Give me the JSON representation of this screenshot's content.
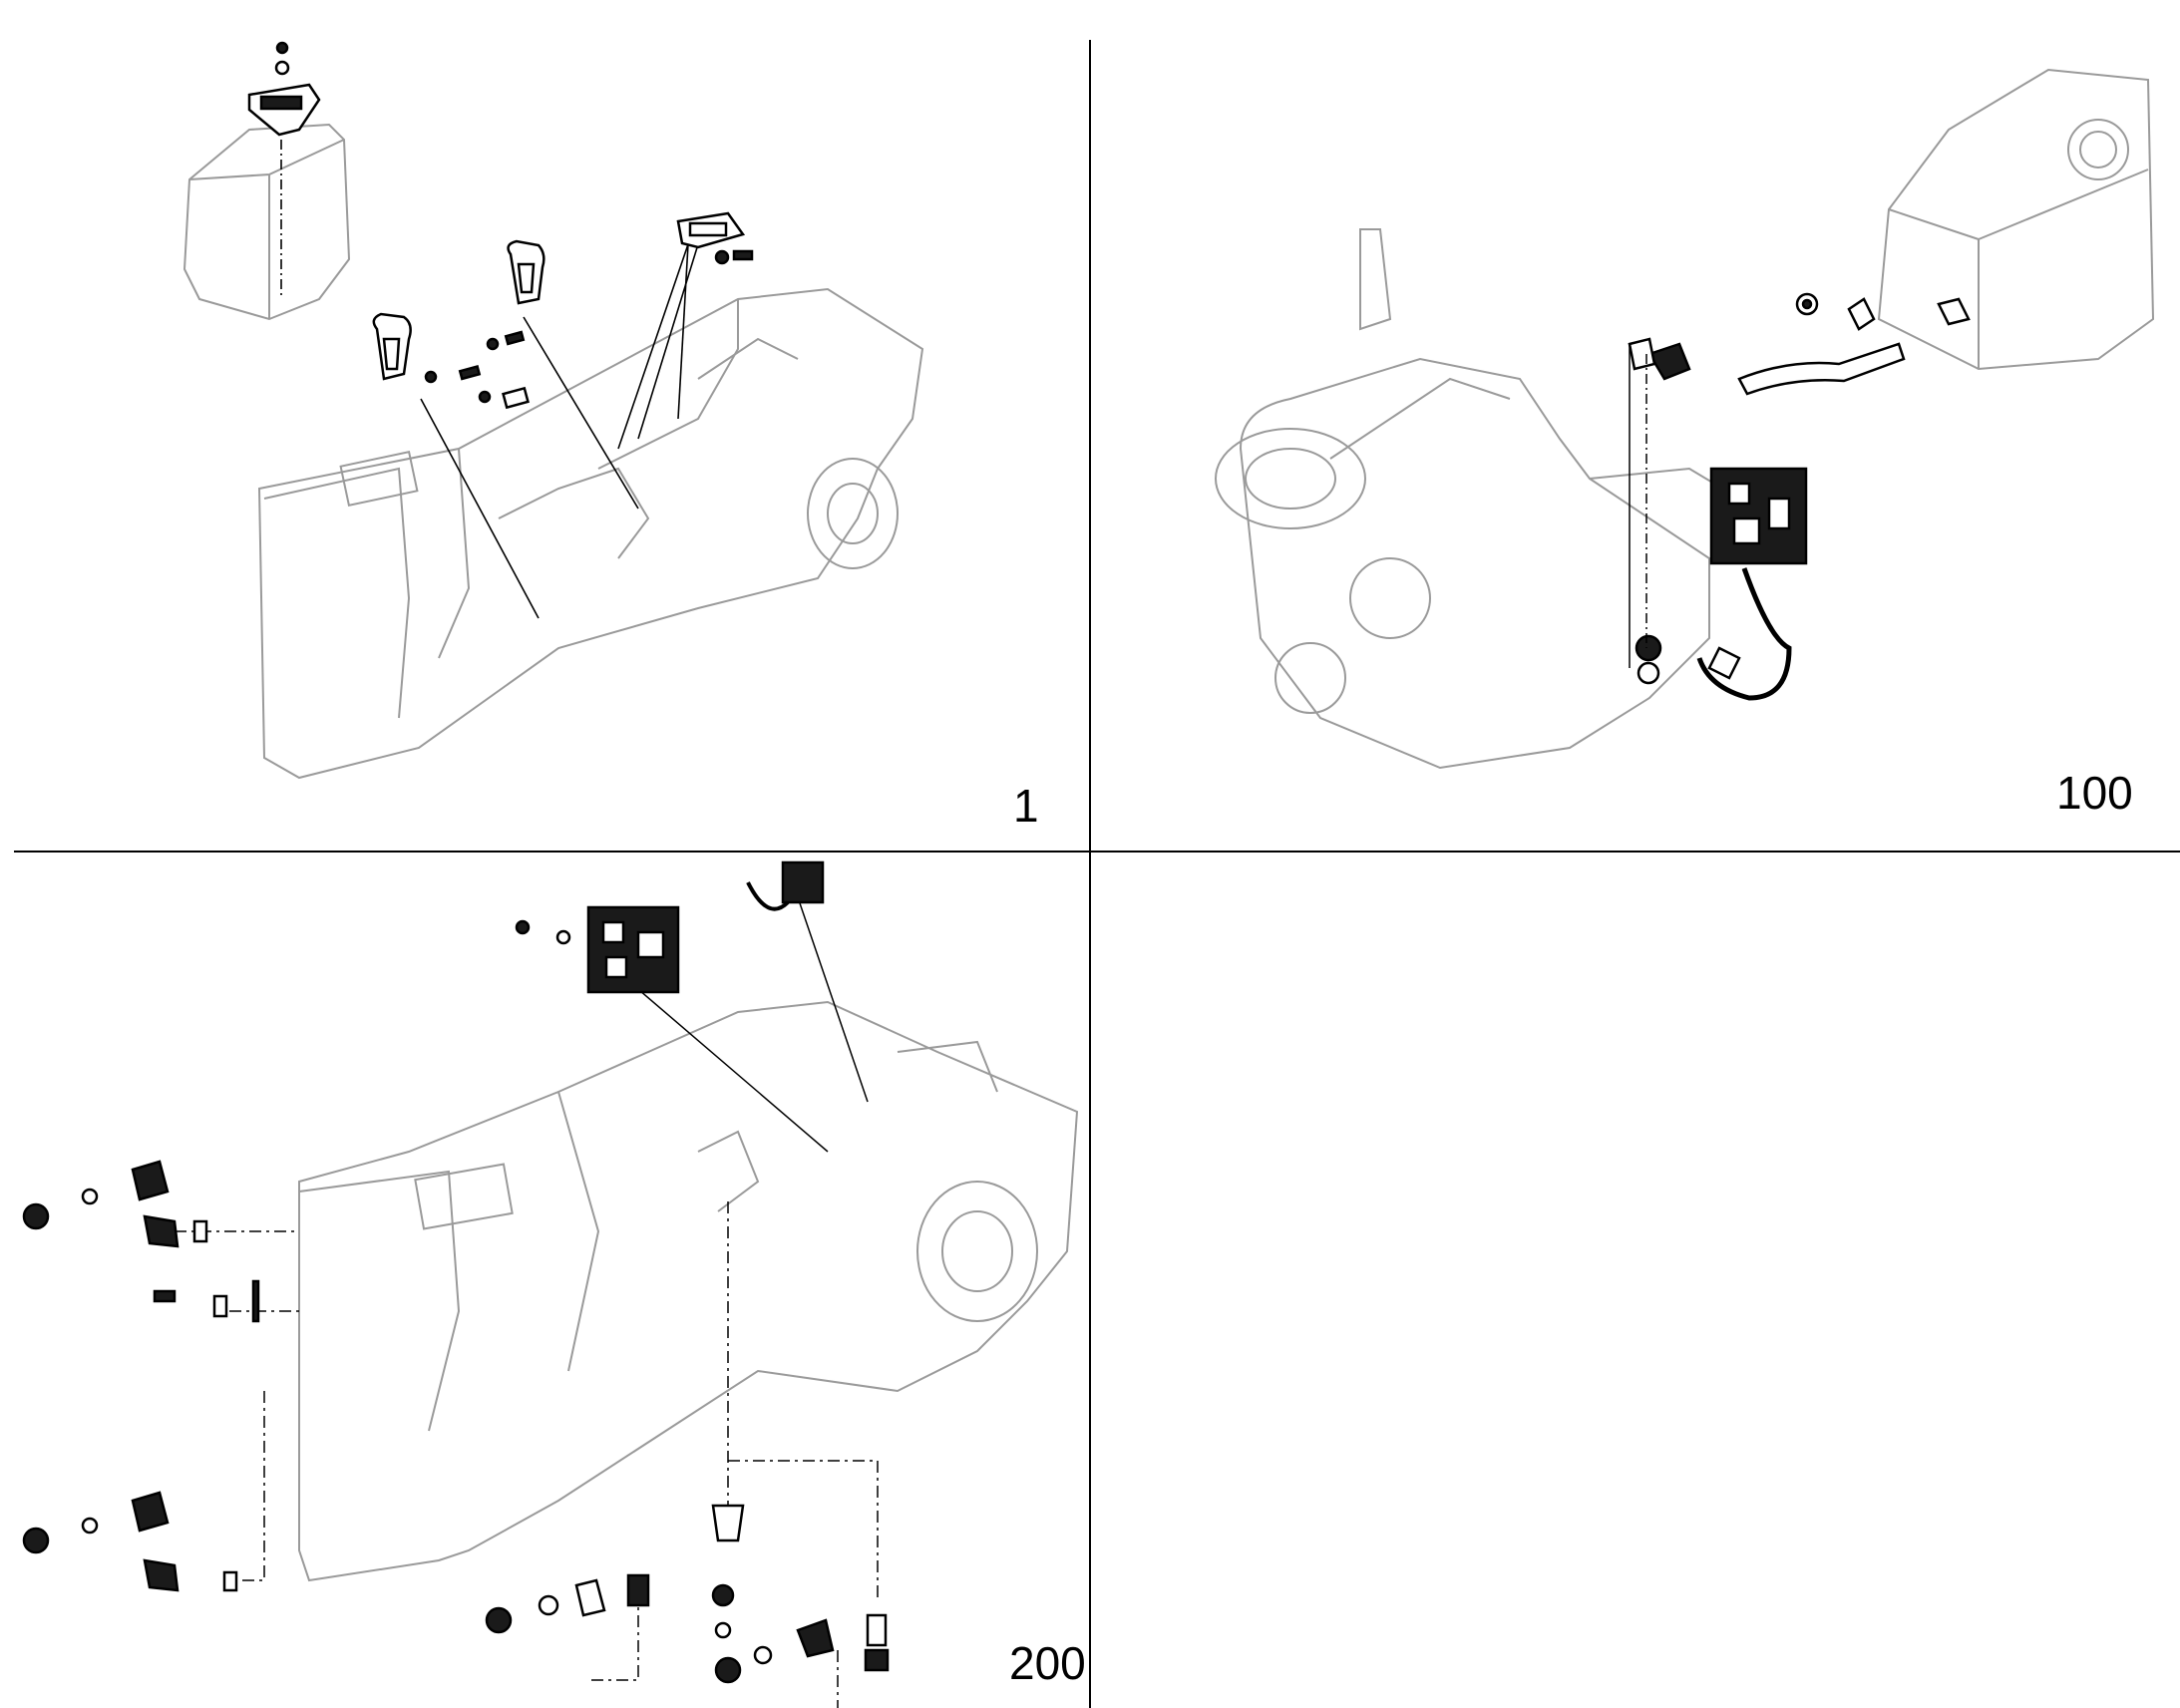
{
  "panels": [
    {
      "id": "p1",
      "number": "1",
      "subject": "frame-with-lifting-eyes"
    },
    {
      "id": "p100",
      "number": "100",
      "subject": "engine-hose-valve"
    },
    {
      "id": "p200",
      "number": "200",
      "subject": "frame-with-valve-fittings"
    },
    {
      "id": "empty",
      "number": "",
      "subject": "blank"
    }
  ],
  "colors": {
    "line": "#000000",
    "ghost": "#9a9a9a",
    "part_fill": "#1a1a1a",
    "background": "#ffffff"
  }
}
